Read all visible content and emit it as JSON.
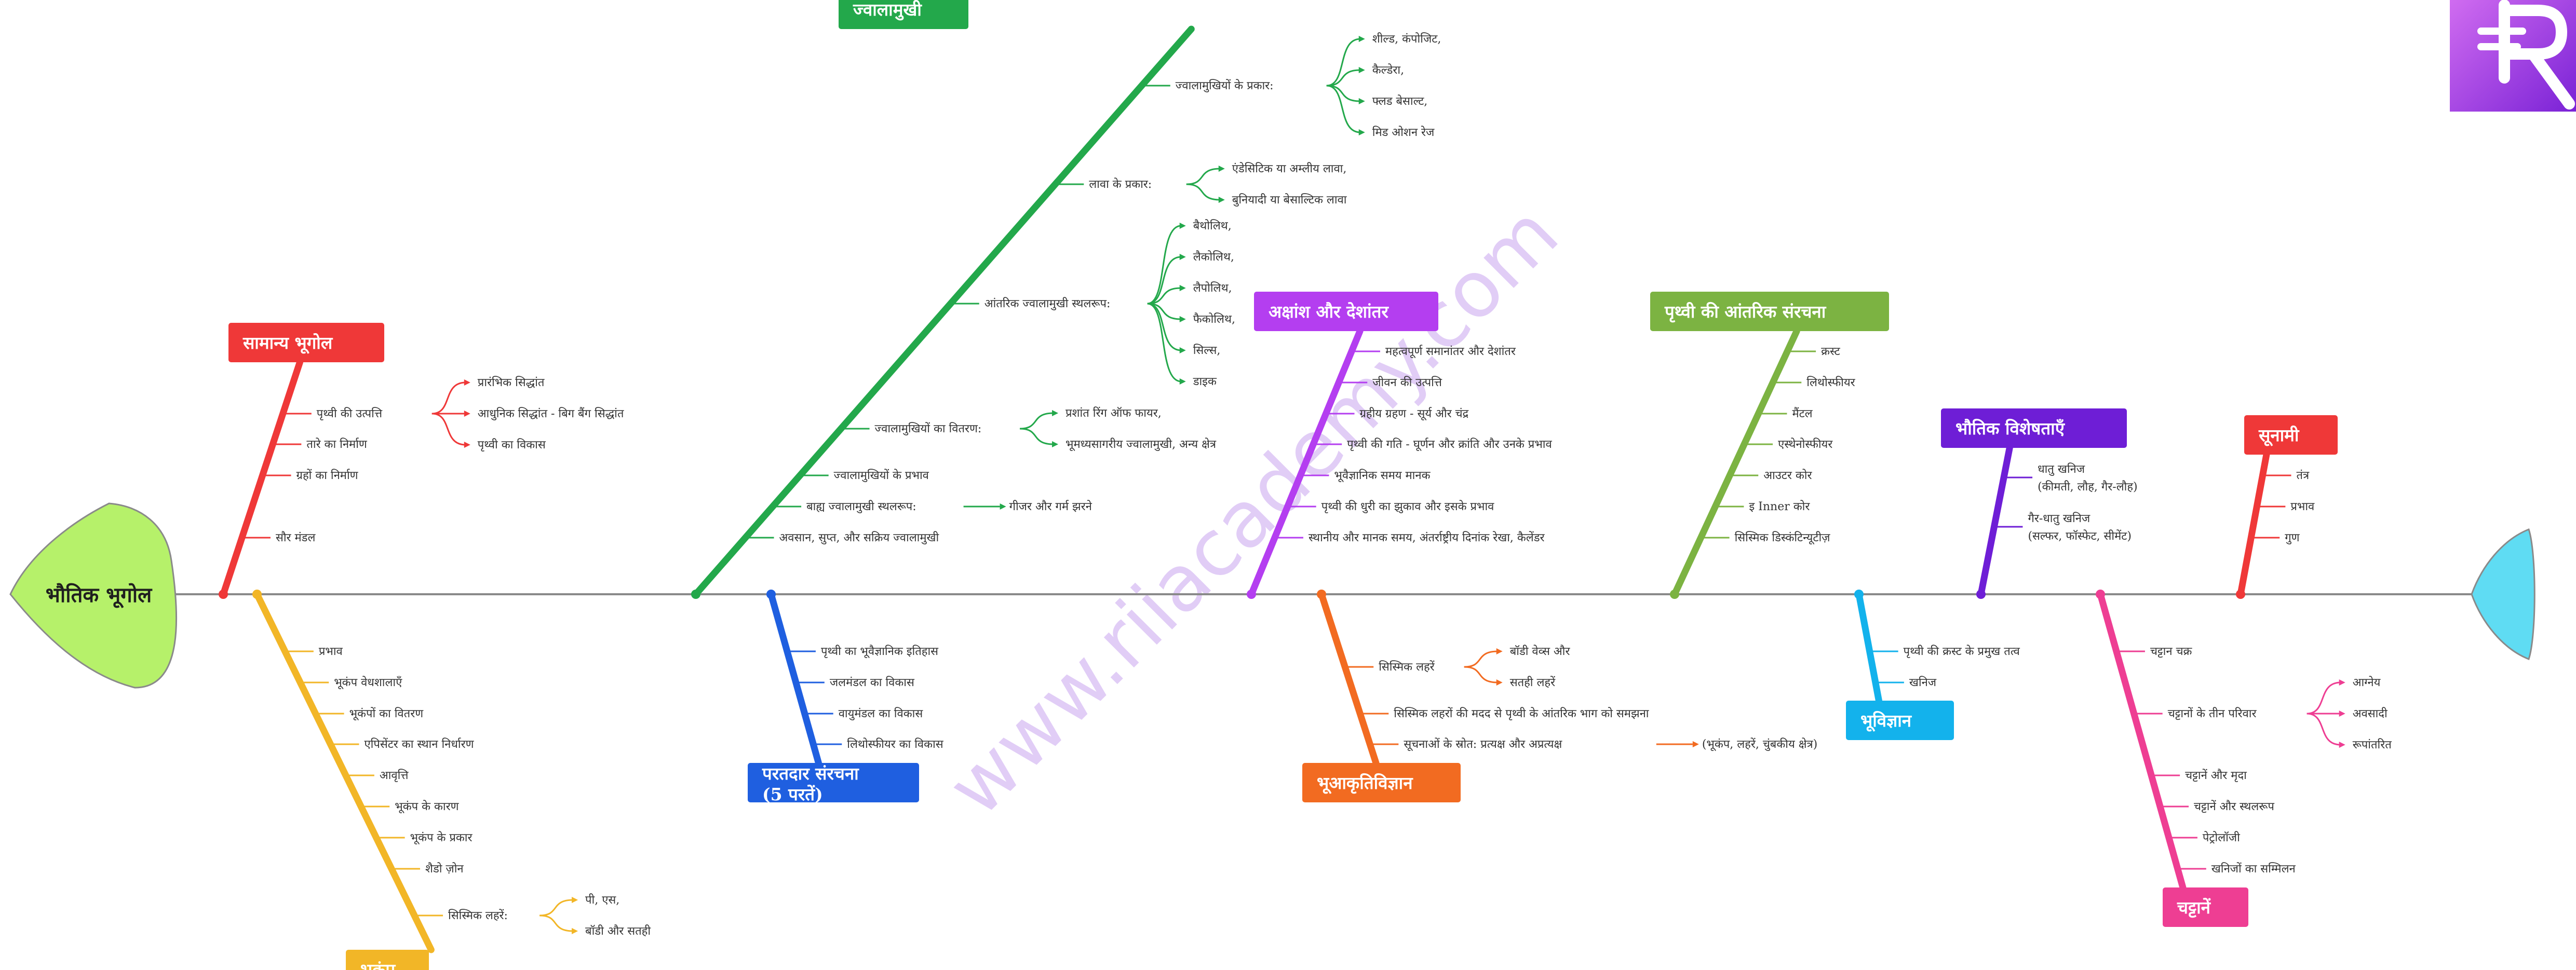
{
  "diagram": {
    "title": "भौतिक भूगोल",
    "watermark": "www.riiacademy.com",
    "logo_icon": "r-logo-icon",
    "bones": [
      {
        "label": "सामान्य भूगोल",
        "color": "#ef3838",
        "items": [
          {
            "text": "पृथ्वी की उत्पत्ति",
            "children": [
              "प्रारंभिक सिद्धांत",
              "आधुनिक सिद्धांत - बिग बैंग सिद्धांत",
              "पृथ्वी का विकास"
            ]
          },
          {
            "text": "तारे का निर्माण"
          },
          {
            "text": "ग्रहों का निर्माण"
          },
          {
            "text": "सौर मंडल"
          }
        ]
      },
      {
        "label": "भूकंप",
        "color": "#f2b627",
        "items": [
          {
            "text": "प्रभाव"
          },
          {
            "text": "भूकंप वेधशालाएँ"
          },
          {
            "text": "भूकंपों का वितरण"
          },
          {
            "text": "एपिसेंटर का स्थान निर्धारण"
          },
          {
            "text": "आवृत्ति"
          },
          {
            "text": "भूकंप के कारण"
          },
          {
            "text": "भूकंप के प्रकार"
          },
          {
            "text": "शैडो ज़ोन"
          },
          {
            "text": "सिस्मिक लहरें:",
            "children": [
              "पी, एस,",
              "बॉडी और सतही"
            ]
          }
        ]
      },
      {
        "label": "ज्वालामुखी",
        "color": "#23a84b",
        "items": [
          {
            "text": "ज्वालामुखियों के प्रकार:",
            "children": [
              "शील्ड, कंपोजिट,",
              "कैल्डेरा,",
              "फ्लड बेसाल्ट,",
              "मिड ओशन रेज"
            ]
          },
          {
            "text": "लावा के प्रकार:",
            "children": [
              "एंडेसिटिक या अम्लीय लावा,",
              "बुनियादी या बेसाल्टिक लावा"
            ]
          },
          {
            "text": "आंतरिक ज्वालामुखी स्थलरूप:",
            "children": [
              "बैथोलिथ,",
              "लैकोलिथ,",
              "लैपोलिथ,",
              "फैकोलिथ,",
              "सिल्स,",
              "डाइक"
            ]
          },
          {
            "text": "ज्वालामुखियों का वितरण:",
            "children": [
              "प्रशांत रिंग ऑफ फायर,",
              "भूमध्यसागरीय ज्वालामुखी, अन्य क्षेत्र"
            ]
          },
          {
            "text": "ज्वालामुखियों के प्रभाव"
          },
          {
            "text": "बाह्य ज्वालामुखी स्थलरूप:",
            "children": [
              "गीजर और गर्म झरने"
            ]
          },
          {
            "text": "अवसान, सुप्त, और सक्रिय ज्वालामुखी"
          }
        ]
      },
      {
        "label": "परतदार संरचना\n(5 परतें)",
        "color": "#1f5fe0",
        "items": [
          {
            "text": "पृथ्वी का भूवैज्ञानिक इतिहास"
          },
          {
            "text": "जलमंडल का विकास"
          },
          {
            "text": "वायुमंडल का विकास"
          },
          {
            "text": "लिथोस्फीयर का विकास"
          }
        ]
      },
      {
        "label": "अक्षांश और देशांतर",
        "color": "#b43ef0",
        "items": [
          {
            "text": "महत्वपूर्ण समानांतर और देशांतर"
          },
          {
            "text": "जीवन की उत्पत्ति"
          },
          {
            "text": "ग्रहीय ग्रहण - सूर्य और चंद्र"
          },
          {
            "text": "पृथ्वी की गति - घूर्णन और क्रांति और उनके प्रभाव"
          },
          {
            "text": "भूवैज्ञानिक समय मानक"
          },
          {
            "text": "पृथ्वी की धुरी का झुकाव और इसके प्रभाव"
          },
          {
            "text": "स्थानीय और मानक समय, अंतर्राष्ट्रीय दिनांक रेखा, कैलेंडर"
          }
        ]
      },
      {
        "label": "भूआकृतिविज्ञान",
        "color": "#f26b21",
        "items": [
          {
            "text": "सिस्मिक लहरें",
            "children": [
              "बॉडी वेव्स और",
              "सतही लहरें"
            ]
          },
          {
            "text": "सिस्मिक लहरों की मदद से पृथ्वी के आंतरिक भाग को समझना"
          },
          {
            "text": "सूचनाओं के स्रोत: प्रत्यक्ष और अप्रत्यक्ष",
            "children": [
              "(भूकंप, लहरें, चुंबकीय क्षेत्र)"
            ]
          }
        ]
      },
      {
        "label": "पृथ्वी की आंतरिक संरचना",
        "color": "#7cb342",
        "items": [
          {
            "text": "क्रस्ट"
          },
          {
            "text": "लिथोस्फीयर"
          },
          {
            "text": "मैंटल"
          },
          {
            "text": "एस्थेनोस्फीयर"
          },
          {
            "text": "आउटर कोर"
          },
          {
            "text": "इ Inner कोर"
          },
          {
            "text": "सिस्मिक डिस्कंटिन्यूटीज़"
          }
        ]
      },
      {
        "label": "भूविज्ञान",
        "color": "#13b2ec",
        "items": [
          {
            "text": "पृथ्वी की क्रस्ट के प्रमुख तत्व"
          },
          {
            "text": "खनिज"
          }
        ]
      },
      {
        "label": "भौतिक विशेषताएँ",
        "color": "#6e1ed6",
        "items": [
          {
            "text": "धातु खनिज\n(कीमती, लौह, गैर-लौह)"
          },
          {
            "text": "गैर-धातु खनिज\n(सल्फर, फॉस्फेट, सीमेंट)"
          }
        ]
      },
      {
        "label": "चट्टानें",
        "color": "#ee3e93",
        "items": [
          {
            "text": "चट्टान चक्र"
          },
          {
            "text": "चट्टानों के तीन परिवार",
            "children": [
              "आग्नेय",
              "अवसादी",
              "रूपांतरित"
            ]
          },
          {
            "text": "चट्टानें और मृदा"
          },
          {
            "text": "चट्टानें और स्थलरूप"
          },
          {
            "text": "पेट्रोलॉजी"
          },
          {
            "text": "खनिजों का सम्मिलन"
          }
        ]
      },
      {
        "label": "सूनामी",
        "color": "#ef3838",
        "items": [
          {
            "text": "तंत्र"
          },
          {
            "text": "प्रभाव"
          },
          {
            "text": "गुण"
          }
        ]
      }
    ]
  }
}
